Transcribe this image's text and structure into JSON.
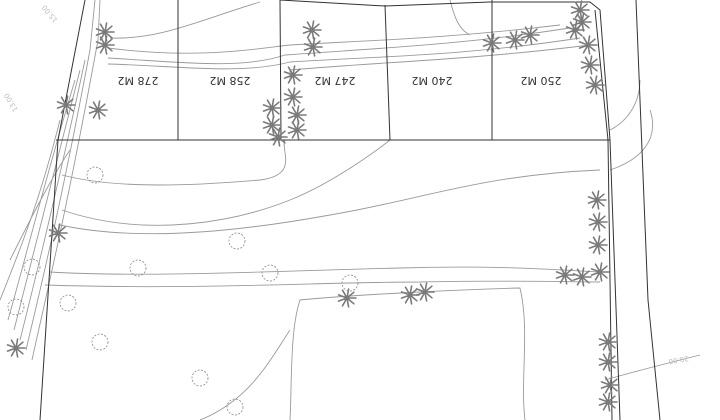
{
  "lots": [
    {
      "label": "278 M2"
    },
    {
      "label": "258 M2"
    },
    {
      "label": "247 M2"
    },
    {
      "label": "240 M2"
    },
    {
      "label": "250 M2"
    }
  ],
  "contour_labels": [
    "15.00",
    "13.00",
    "20.00"
  ]
}
